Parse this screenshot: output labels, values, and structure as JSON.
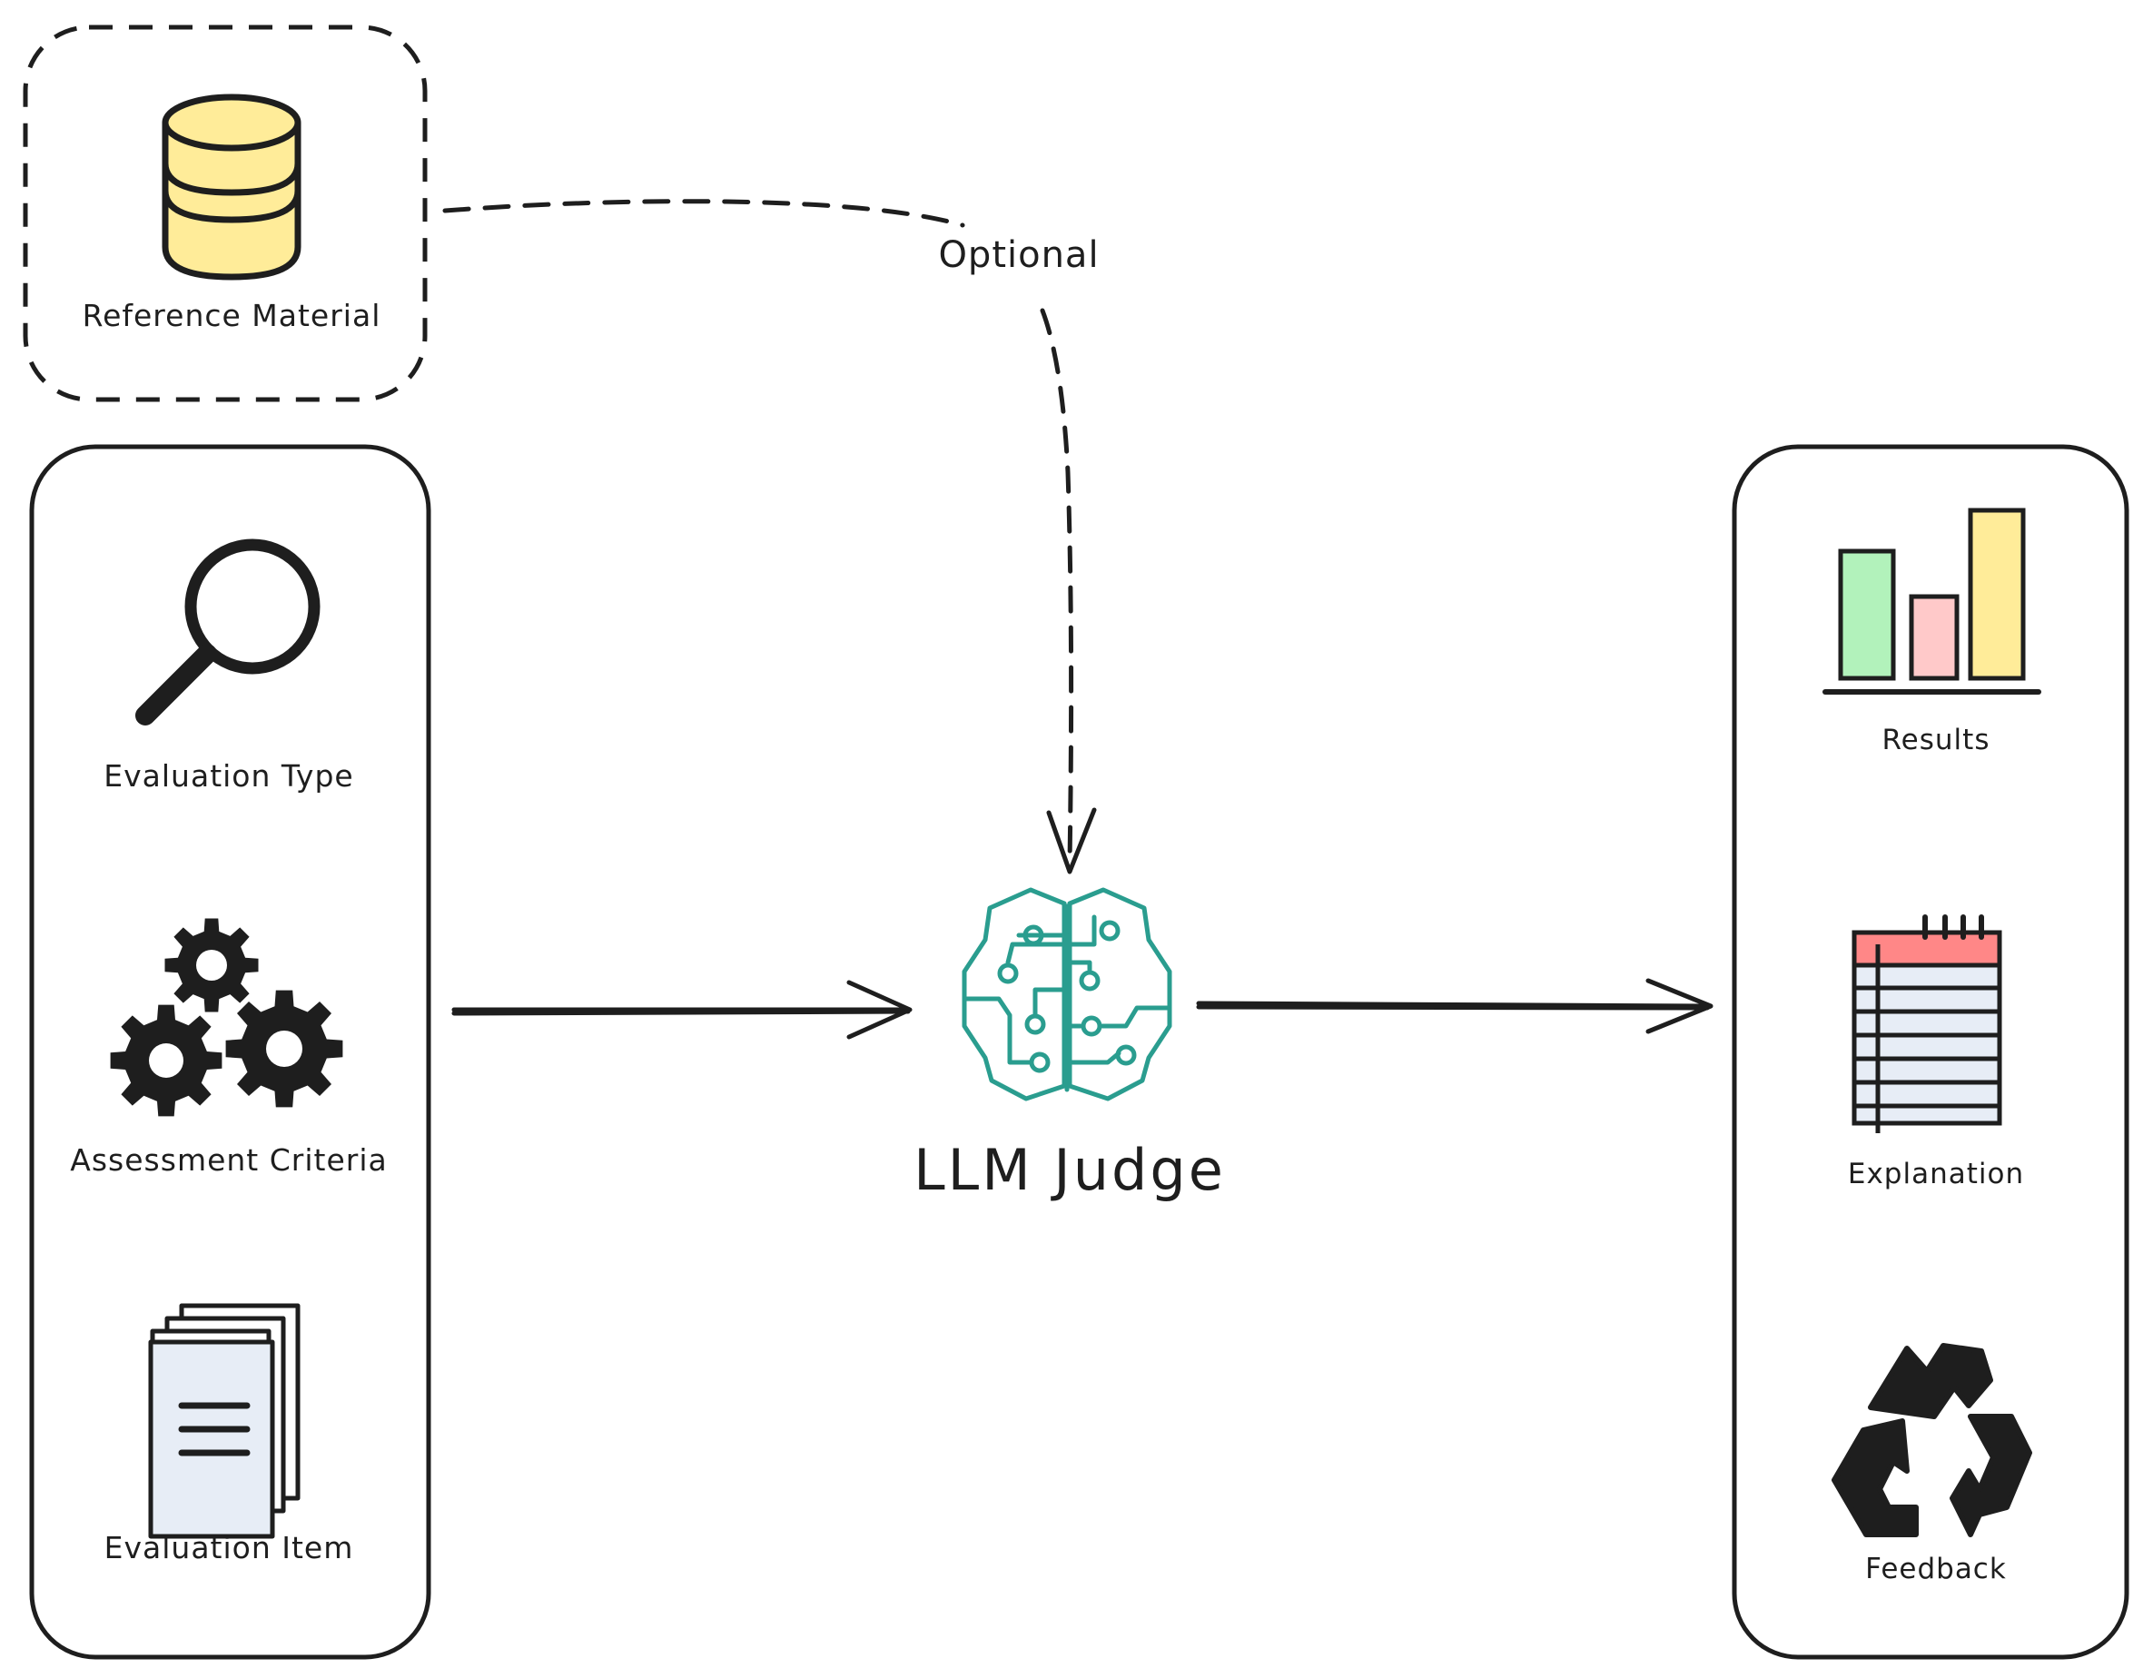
{
  "labels": {
    "reference_material": "Reference Material",
    "optional": "Optional",
    "evaluation_type": "Evaluation Type",
    "assessment_criteria": "Assessment Criteria",
    "evaluation_item": "Evaluation Item",
    "llm_judge": "LLM Judge",
    "results": "Results",
    "explanation": "Explanation",
    "feedback": "Feedback"
  },
  "icons": {
    "reference_material": "database-icon",
    "evaluation_type": "magnifier-icon",
    "assessment_criteria": "gears-icon",
    "evaluation_item": "documents-icon",
    "llm_judge": "circuit-brain-icon",
    "results": "bar-chart-icon",
    "explanation": "table-icon",
    "feedback": "recycle-icon"
  },
  "colors": {
    "stroke": "#1e1e1e",
    "database_fill": "#ffec99",
    "brain": "#2a9d8f",
    "bar_green": "#b2f2bb",
    "bar_pink": "#ffc9c9",
    "bar_yellow": "#ffec99",
    "table_header": "#ff8787",
    "table_body": "#e7edf6"
  }
}
